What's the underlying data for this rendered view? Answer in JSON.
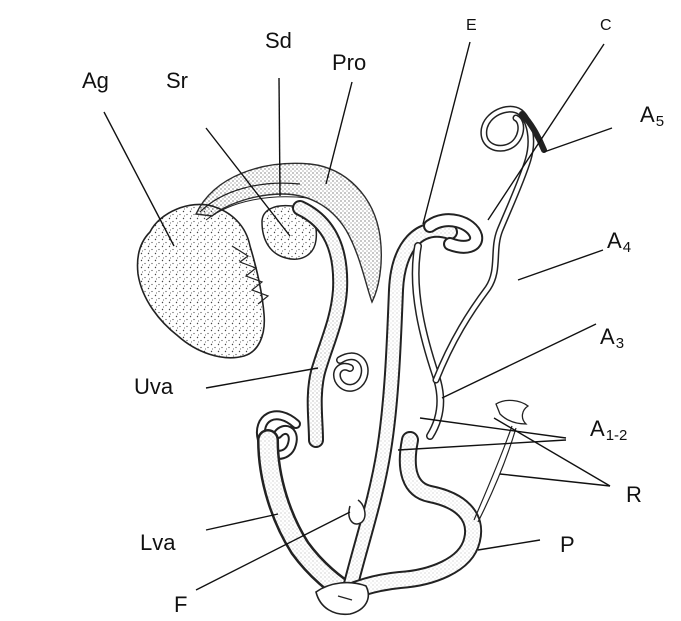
{
  "labels": {
    "ag": "Ag",
    "sr": "Sr",
    "sd": "Sd",
    "pro": "Pro",
    "e": "E",
    "c": "C",
    "a5": {
      "base": "A",
      "sub": "5"
    },
    "a4": {
      "base": "A",
      "sub": "4"
    },
    "a3": {
      "base": "A",
      "sub": "3"
    },
    "a12": {
      "base": "A",
      "sub": "1-2"
    },
    "uva": "Uva",
    "r": "R",
    "lva": "Lva",
    "p": "P",
    "f": "F"
  },
  "colors": {
    "ink": "#111111",
    "outline": "#222222",
    "stipple": "#444444",
    "fill": "#ffffff"
  }
}
